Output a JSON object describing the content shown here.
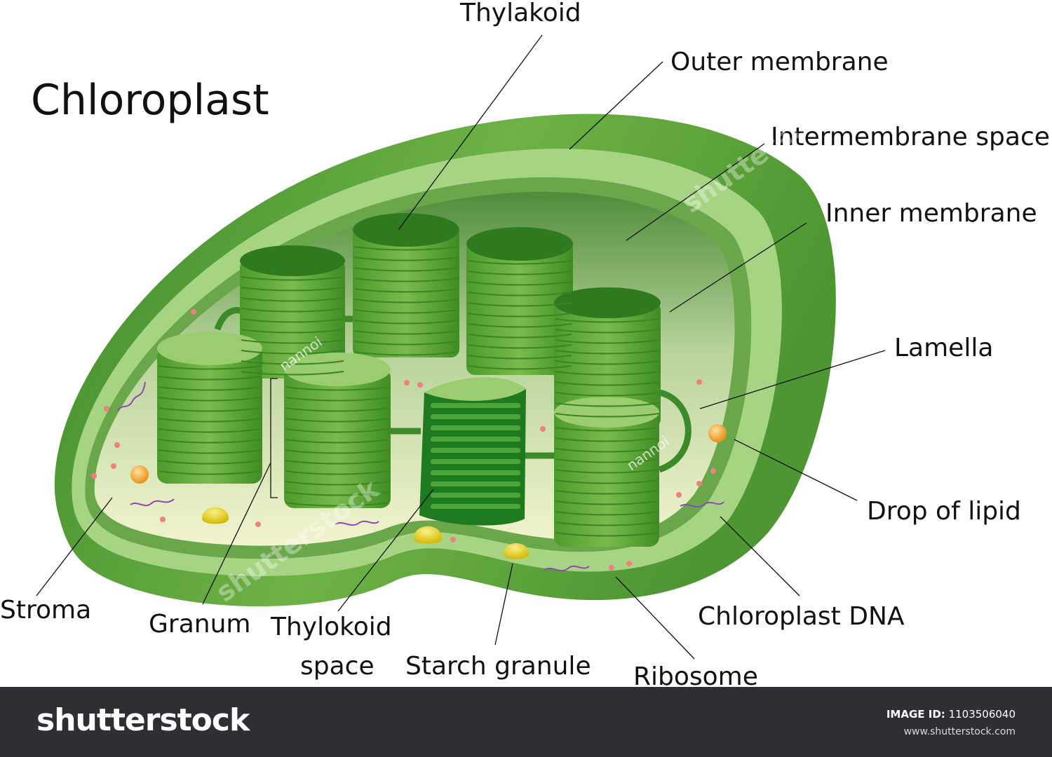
{
  "title": "Chloroplast",
  "labels": {
    "thylakoid": "Thylakoid",
    "outer_membrane": "Outer membrane",
    "intermembrane_space": "Intermembrane space",
    "inner_membrane": "Inner membrane",
    "lamella": "Lamella",
    "drop_of_lipid": "Drop of lipid",
    "chloroplast_dna": "Chloroplast DNA",
    "ribosome": "Ribosome",
    "starch_granule": "Starch granule",
    "thylokoid_space_line1": "Thylokoid",
    "thylokoid_space_line2": "space",
    "granum": "Granum",
    "stroma": "Stroma"
  },
  "watermark": {
    "text": "shutterstock",
    "author": "nannoi"
  },
  "footer": {
    "brand": "shutterstock",
    "image_id_label": "IMAGE ID:",
    "image_id": "1103506040",
    "url": "www.shutterstock.com"
  },
  "colors": {
    "outer_green": "#5fa33b",
    "membrane_light": "#a6d483",
    "stroma": "#eef2c6",
    "granum": "#63a93a",
    "granum_dark": "#1e7a1e",
    "lipid": "#f3a52a",
    "starch": "#e8d21c",
    "ribosome": "#f08080",
    "dna": "#8c4ab3",
    "footer_bg": "#2d2f32"
  }
}
